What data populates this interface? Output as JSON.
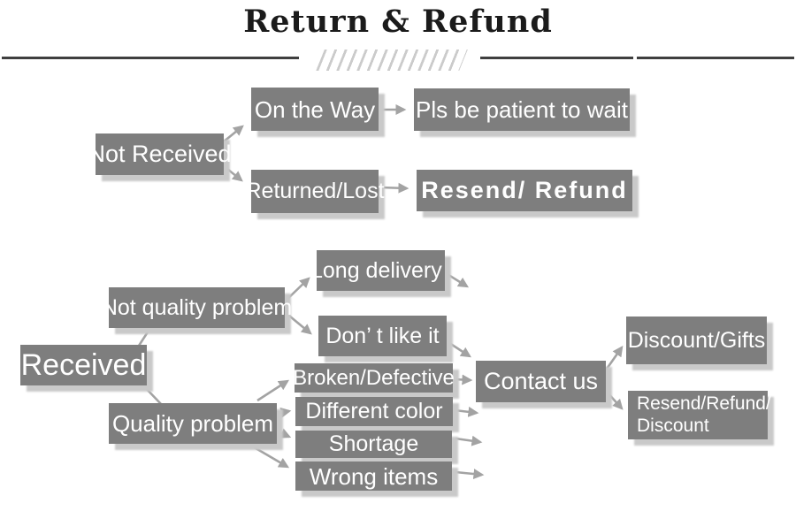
{
  "title": "Return & Refund",
  "colors": {
    "box_fill": "#7e7e7e",
    "box_text": "#ffffff",
    "arrow": "#a3a3a3",
    "title_text": "#1b1b1b",
    "rule": "#3f3f3f",
    "hatch": "#cbcbcb",
    "shadow": "#c9c9c9"
  },
  "flow_not_received": {
    "root": "Not Received",
    "on_the_way": "On the Way",
    "pls_be_patient": "Pls be patient to wait",
    "returned_lost": "Returned/Lost",
    "resend_refund": "Resend/ Refund"
  },
  "flow_received": {
    "root": "Received",
    "not_quality_problem": "Not quality problem",
    "long_delivery": "Long delivery",
    "dont_like_it": "Don’ t like it",
    "quality_problem": "Quality problem",
    "broken_defective": "Broken/Defective",
    "different_color": "Different color",
    "shortage": "Shortage",
    "wrong_items": "Wrong items",
    "contact_us": "Contact us",
    "discount_gifts": "Discount/Gifts",
    "resend_refund_discount_line1": "Resend/Refund/",
    "resend_refund_discount_line2": "Discount"
  }
}
